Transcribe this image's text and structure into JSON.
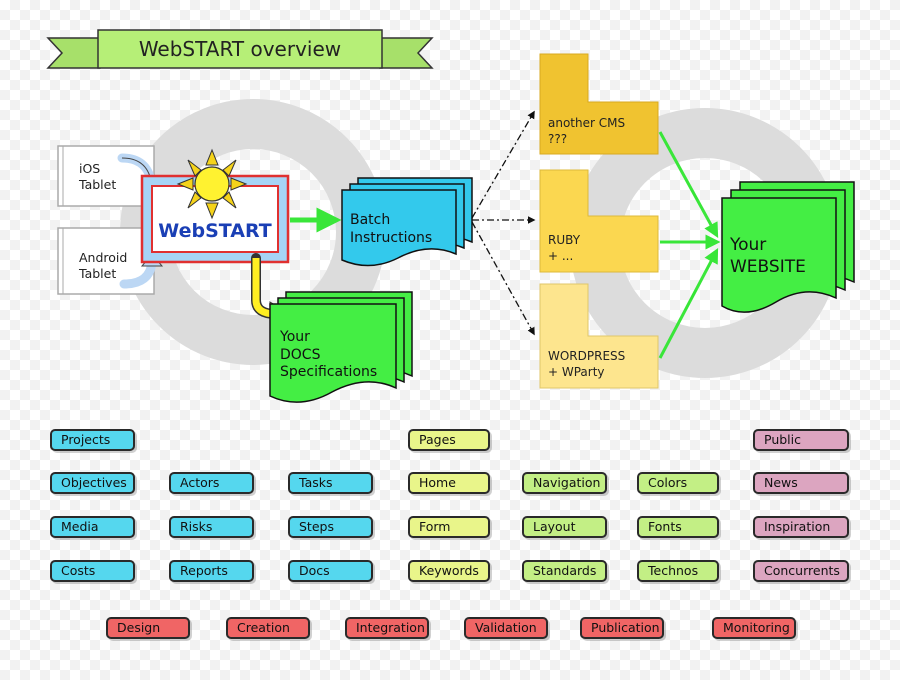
{
  "title": "WebSTART overview",
  "devices": {
    "ios": [
      "iOS",
      "Tablet"
    ],
    "android": [
      "Android",
      "Tablet"
    ]
  },
  "center_box": "WebSTART",
  "batch": [
    "Batch",
    "Instructions"
  ],
  "docs": [
    "Your",
    "DOCS",
    "Specifications"
  ],
  "cms": {
    "another": [
      "another CMS",
      "???"
    ],
    "ruby": [
      "RUBY",
      "+ ..."
    ],
    "wordpress": [
      "WORDPRESS",
      "+ WParty"
    ]
  },
  "website": [
    "Your",
    "WEBSITE"
  ],
  "tags": {
    "projects": "Projects",
    "objectives": "Objectives",
    "actors": "Actors",
    "tasks": "Tasks",
    "media": "Media",
    "risks": "Risks",
    "steps": "Steps",
    "costs": "Costs",
    "reports": "Reports",
    "docs": "Docs",
    "pages": "Pages",
    "home": "Home",
    "navigation": "Navigation",
    "colors": "Colors",
    "form": "Form",
    "layout": "Layout",
    "fonts": "Fonts",
    "keywords": "Keywords",
    "standards": "Standards",
    "technos": "Technos",
    "public": "Public",
    "news": "News",
    "inspiration": "Inspiration",
    "concurrents": "Concurrents",
    "design": "Design",
    "creation": "Creation",
    "integration": "Integration",
    "validation": "Validation",
    "publication": "Publication",
    "monitoring": "Monitoring"
  },
  "colors": {
    "cyan": "#55d7ee",
    "yellow": "#e9f58a",
    "green": "#c3ef85",
    "pink": "#dca5c0",
    "red": "#f06565",
    "doc_green": "#44ee44",
    "batch_cyan": "#33c9ec",
    "banner": "#b6ef77",
    "cms_gold": "#f0c330"
  }
}
